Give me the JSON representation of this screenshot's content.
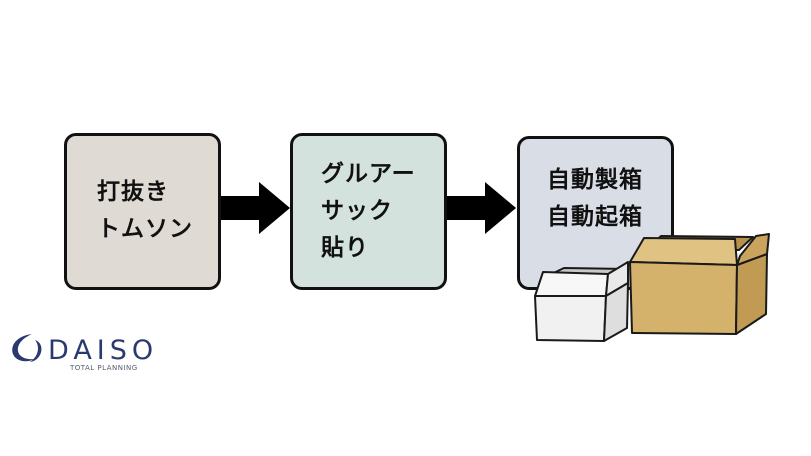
{
  "steps": [
    {
      "lines": [
        "打抜き",
        "トムソン"
      ]
    },
    {
      "lines": [
        "グルアー",
        "サック",
        "貼り"
      ]
    },
    {
      "lines": [
        "自動製箱",
        "自動起箱"
      ]
    }
  ],
  "logo": {
    "wordmark": "DAISO",
    "tagline": "TOTAL PLANNING"
  },
  "colors": {
    "step1_fill": "#dfdbd4",
    "step2_fill": "#d3e2dc",
    "step3_fill": "#d9dde5",
    "arrow": "#000000",
    "box_white": "#efefef",
    "box_kraft": "#d4b26c",
    "logo_navy": "#2a3a70"
  }
}
